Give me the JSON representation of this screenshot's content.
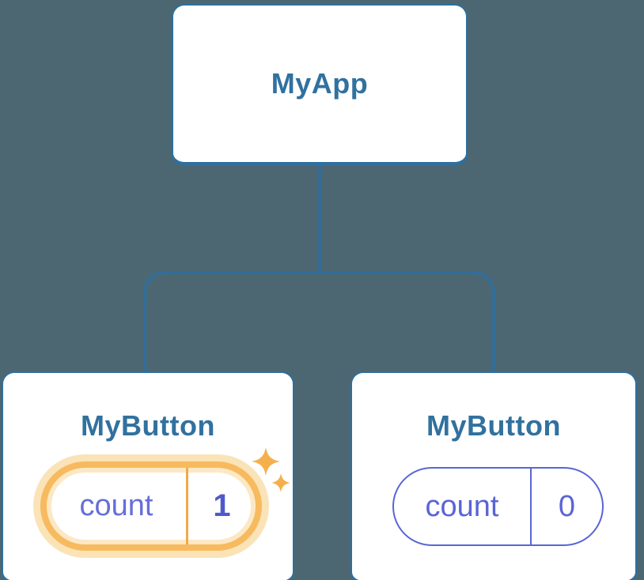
{
  "canvas": {
    "background_color": "#4C6771",
    "accent_blue": "#2F6F9F",
    "accent_periwinkle": "#5965D6",
    "accent_orange": "#F7BA5F",
    "orange_glow": "#FBE3B8",
    "sparkle_color": "#F5AF4C"
  },
  "tree": {
    "root": {
      "label": "MyApp"
    },
    "children": [
      {
        "label": "MyButton",
        "highlighted": true,
        "state": {
          "name": "count",
          "value": "1"
        }
      },
      {
        "label": "MyButton",
        "highlighted": false,
        "state": {
          "name": "count",
          "value": "0"
        }
      }
    ]
  }
}
